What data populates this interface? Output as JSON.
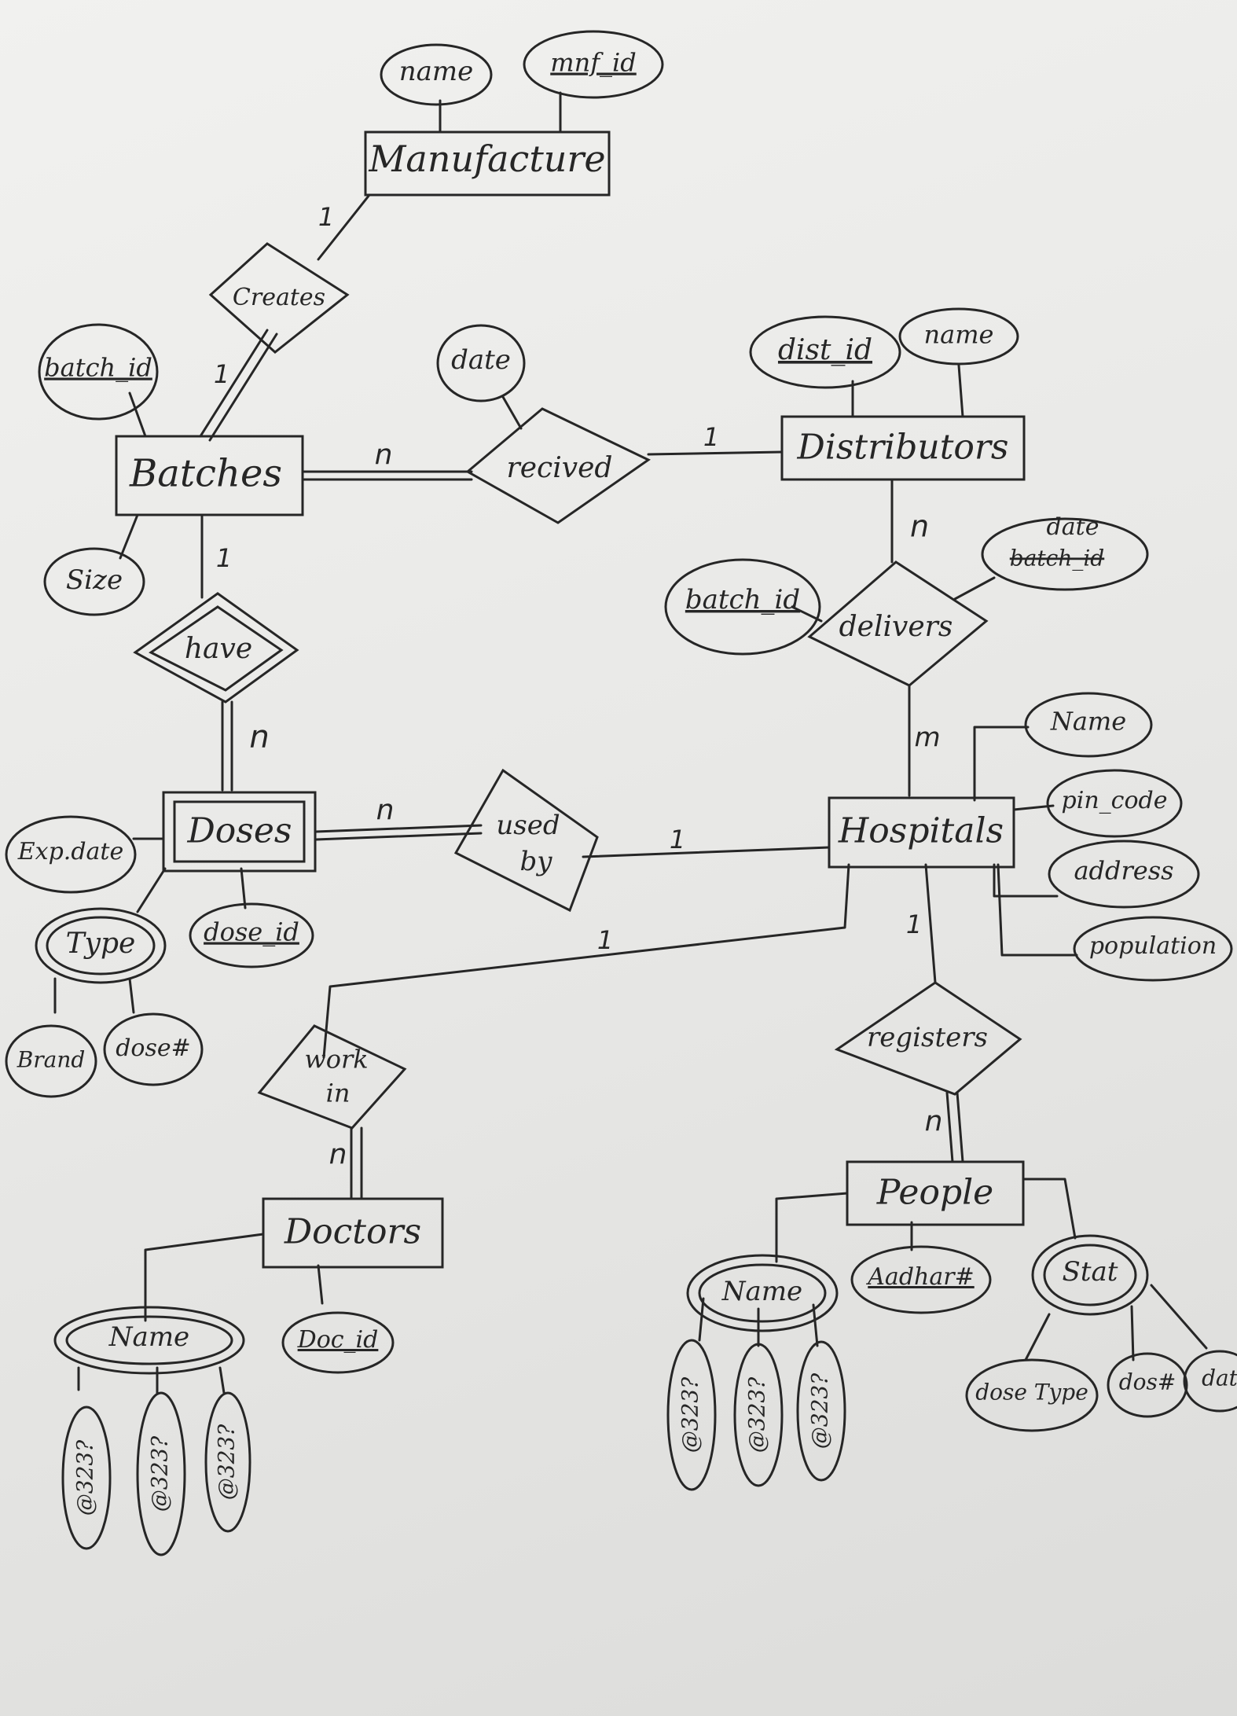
{
  "diagram": {
    "entities": {
      "manufacture": "Manufacture",
      "batches": "Batches",
      "distributors": "Distributors",
      "doses": "Doses",
      "hospitals": "Hospitals",
      "doctors": "Doctors",
      "people": "People"
    },
    "relationships": {
      "creates": "Creates",
      "recived": "recived",
      "have": "have",
      "delivers": "delivers",
      "used_by": [
        "used",
        "by"
      ],
      "work_in": [
        "work",
        "in"
      ],
      "registers": "registers"
    },
    "attributes": {
      "mnf_name": "name",
      "mnf_id": "mnf_id",
      "batch_id": "batch_id",
      "size": "Size",
      "recived_date": "date",
      "dist_id": "dist_id",
      "dist_name": "name",
      "deliver_batch_id": "batch_id",
      "deliver_date": "date",
      "exp_date": "Exp.date",
      "type": "Type",
      "dose_id": "dose_id",
      "brand": "Brand",
      "dose_no": "dose#",
      "hosp_name": "Name",
      "pin_code": "pin_code",
      "address": "address",
      "population": "population",
      "doc_name": "Name",
      "doc_id": "Doc_id",
      "doc_name_parts": [
        "@323?",
        "@323?",
        "@323?"
      ],
      "people_name": "Name",
      "aadhaar": "Aadhar#",
      "status": "Stat",
      "people_name_parts": [
        "@323?",
        "@323?",
        "@323?"
      ],
      "status_dose_type": "dose Type",
      "status_dose_no": "dos#",
      "status_date": "dat"
    },
    "cardinalities": {
      "creates_mnf": "1",
      "creates_batch": "1",
      "recived_batch": "n",
      "recived_dist": "1",
      "have_batch": "1",
      "have_doses": "n",
      "delivers_dist": "n",
      "delivers_hosp": "m",
      "usedby_doses": "n",
      "usedby_hosp": "1",
      "workin_hosp": "1",
      "workin_doctors": "n",
      "registers_hosp": "1",
      "registers_people": "n"
    }
  }
}
